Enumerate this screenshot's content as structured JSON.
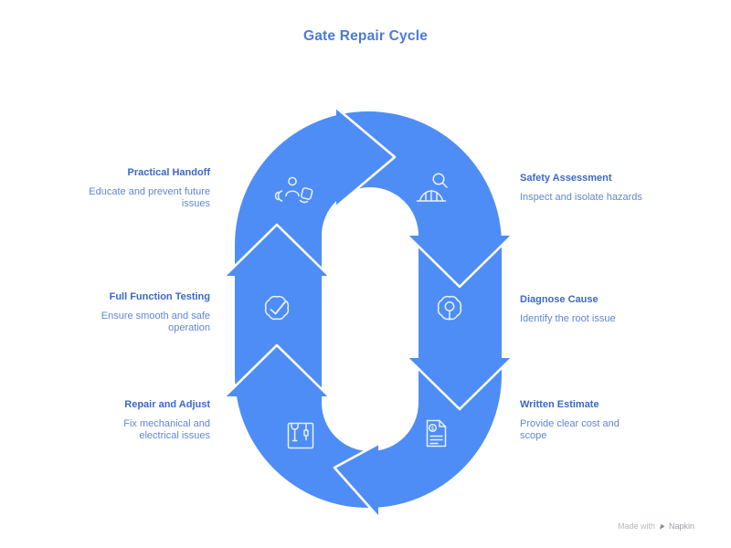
{
  "title": "Gate Repair Cycle",
  "cycle_direction": "clockwise",
  "colors": {
    "ring_blue": "#4e8df6",
    "title_text": "#4a7bd6",
    "step_title_text": "#3c68c5",
    "step_desc_text": "#6186d2",
    "watermark_text": "#b3b9bf"
  },
  "steps": [
    {
      "id": "practical-handoff",
      "title": "Practical Handoff",
      "description": "Educate and prevent future issues",
      "icon": "presenter-icon",
      "side": "left",
      "position": "top"
    },
    {
      "id": "full-function-testing",
      "title": "Full Function Testing",
      "description": "Ensure smooth and safe operation",
      "icon": "gear-check-icon",
      "side": "left",
      "position": "middle"
    },
    {
      "id": "repair-and-adjust",
      "title": "Repair and Adjust",
      "description": "Fix mechanical and electrical issues",
      "icon": "toolbox-icon",
      "side": "left",
      "position": "bottom"
    },
    {
      "id": "safety-assessment",
      "title": "Safety Assessment",
      "description": "Inspect and isolate hazards",
      "icon": "hardhat-magnifier-icon",
      "side": "right",
      "position": "top"
    },
    {
      "id": "diagnose-cause",
      "title": "Diagnose Cause",
      "description": "Identify the root issue",
      "icon": "gear-lightbulb-icon",
      "side": "right",
      "position": "middle"
    },
    {
      "id": "written-estimate",
      "title": "Written Estimate",
      "description": "Provide clear cost and scope",
      "icon": "invoice-icon",
      "side": "right",
      "position": "bottom"
    }
  ],
  "watermark": {
    "prefix": "Made with",
    "brand": "Napkin"
  }
}
